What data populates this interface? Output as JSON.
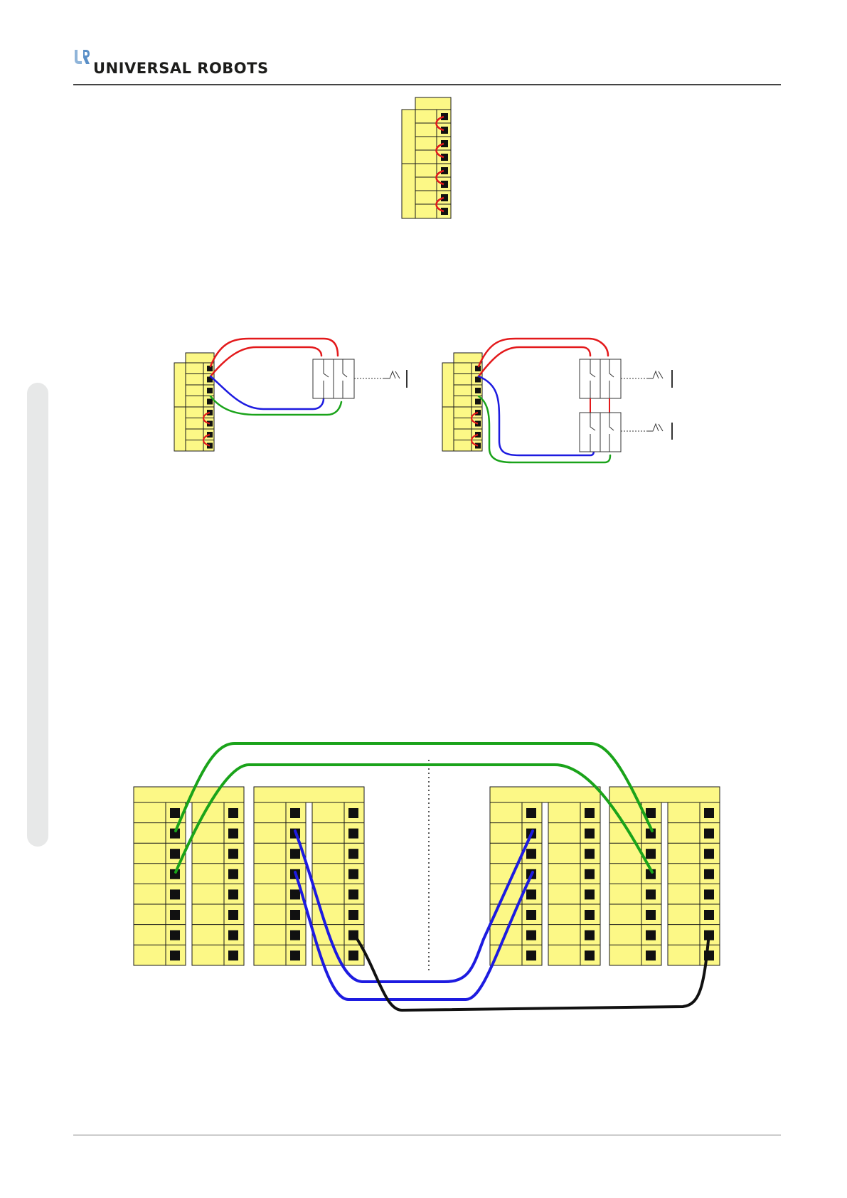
{
  "header": {
    "brand_name": "UNIVERSAL ROBOTS",
    "logo_icon": "ur-logo-icon"
  },
  "colors": {
    "terminal_fill": "#fcf886",
    "wire_red": "#e3191b",
    "wire_blue": "#1d1be0",
    "wire_green": "#1aa31a",
    "wire_black": "#111111",
    "side_tab": "#e7e8e8"
  },
  "figures": [
    {
      "name": "jumpered-terminal",
      "description_icon": "safety-terminal-jumpers"
    },
    {
      "name": "single-emergency-stop",
      "description_icon": "emergency-stop-button-icon"
    },
    {
      "name": "dual-emergency-stop",
      "description_icon": "emergency-stop-button-icon"
    },
    {
      "name": "two-robot-interconnection",
      "description_icon": "terminal-blocks"
    }
  ]
}
